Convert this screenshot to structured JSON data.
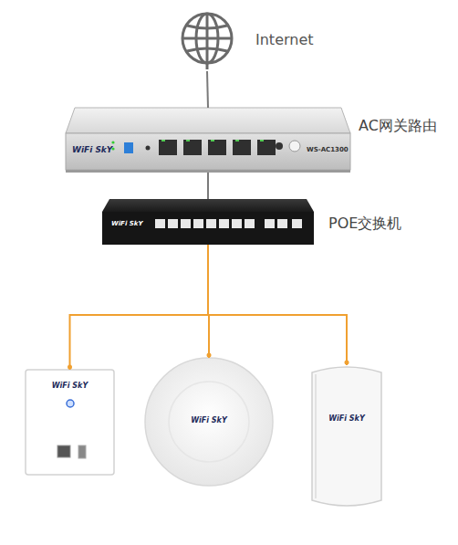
{
  "diagram": {
    "nodes": [
      {
        "text": [
          "Internet"
        ]
      },
      {
        "text": [
          "AC网关路由",
          "WiFi SkY",
          "WS-AC1300"
        ]
      },
      {
        "text": [
          "POE交换机",
          "WiFi SkY"
        ]
      },
      {
        "text": [
          "WiFi SkY"
        ]
      },
      {
        "text": [
          "WiFi SkY"
        ]
      },
      {
        "text": [
          "WiFi SkY"
        ]
      }
    ],
    "edges": [
      {
        "from": 0,
        "to": 1,
        "arrow": "none"
      },
      {
        "from": 1,
        "to": 2,
        "arrow": "none"
      },
      {
        "from": 2,
        "to": 3,
        "arrow": "none"
      },
      {
        "from": 2,
        "to": 4,
        "arrow": "none"
      },
      {
        "from": 2,
        "to": 5,
        "arrow": "none"
      }
    ]
  }
}
